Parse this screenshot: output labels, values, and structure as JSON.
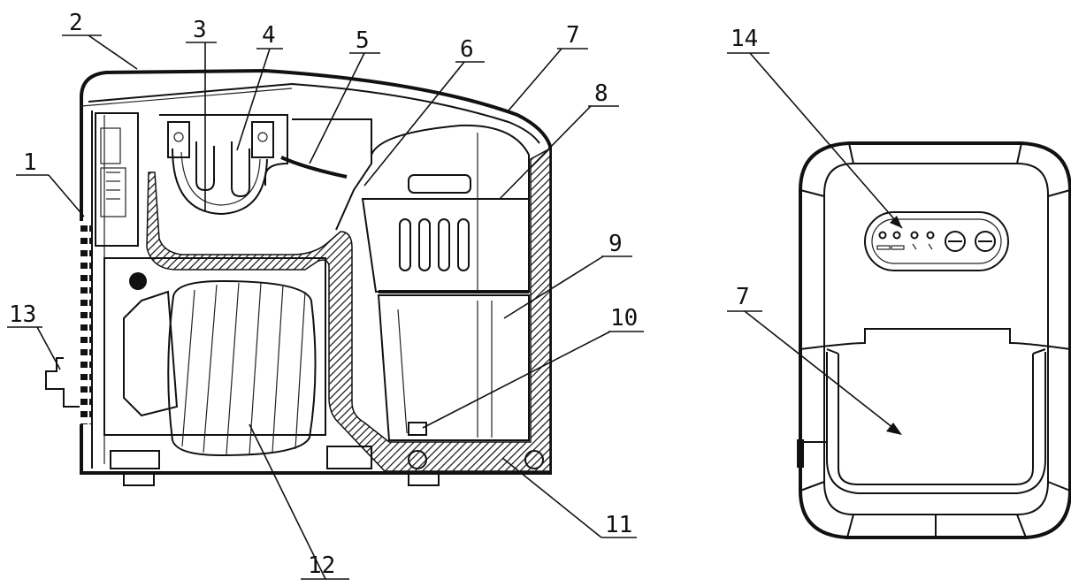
{
  "figure": {
    "callouts": [
      {
        "id": "c1",
        "label": "1"
      },
      {
        "id": "c2",
        "label": "2"
      },
      {
        "id": "c3",
        "label": "3"
      },
      {
        "id": "c4",
        "label": "4"
      },
      {
        "id": "c5",
        "label": "5"
      },
      {
        "id": "c6",
        "label": "6"
      },
      {
        "id": "c7",
        "label": "7"
      },
      {
        "id": "c8",
        "label": "8"
      },
      {
        "id": "c9",
        "label": "9"
      },
      {
        "id": "c10",
        "label": "10"
      },
      {
        "id": "c11",
        "label": "11"
      },
      {
        "id": "c12",
        "label": "12"
      },
      {
        "id": "c13",
        "label": "13"
      },
      {
        "id": "c14",
        "label": "14"
      },
      {
        "id": "c7b",
        "label": "7"
      }
    ]
  }
}
